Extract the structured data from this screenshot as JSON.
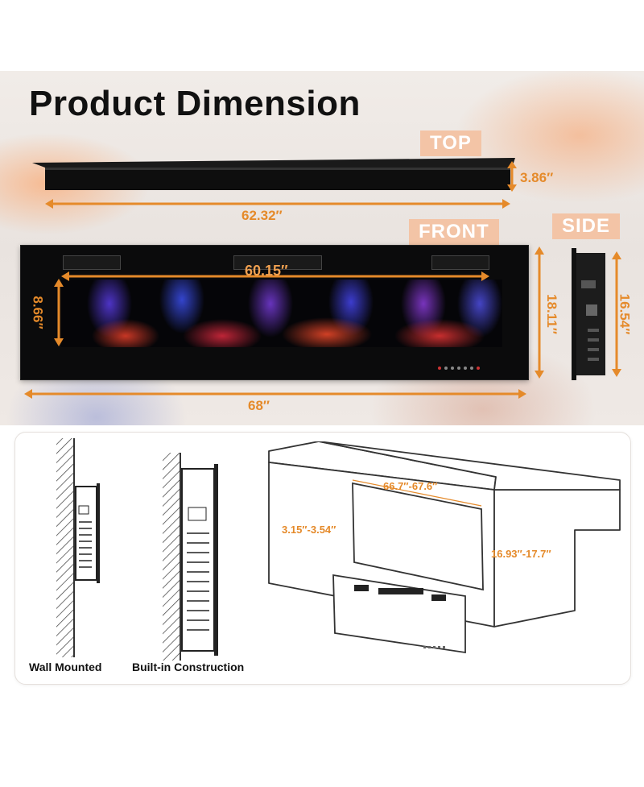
{
  "title": "Product Dimension",
  "views": {
    "top": "TOP",
    "front": "FRONT",
    "side": "SIDE"
  },
  "dimensions": {
    "top_depth": "3.86″",
    "top_width": "62.32″",
    "front_inner_width": "60.15″",
    "front_inner_height": "8.66″",
    "front_height": "18.11″",
    "front_width": "68″",
    "side_height": "16.54″"
  },
  "installation": {
    "wall_mounted_label": "Wall Mounted",
    "built_in_label": "Built-in Construction",
    "recess_width": "66.7″-67.6″",
    "recess_depth": "3.15″-3.54″",
    "recess_height": "16.93″-17.7″"
  },
  "colors": {
    "accent": "#e58a2a",
    "chip": "#f3c4a6",
    "unit": "#0b0b0c"
  }
}
